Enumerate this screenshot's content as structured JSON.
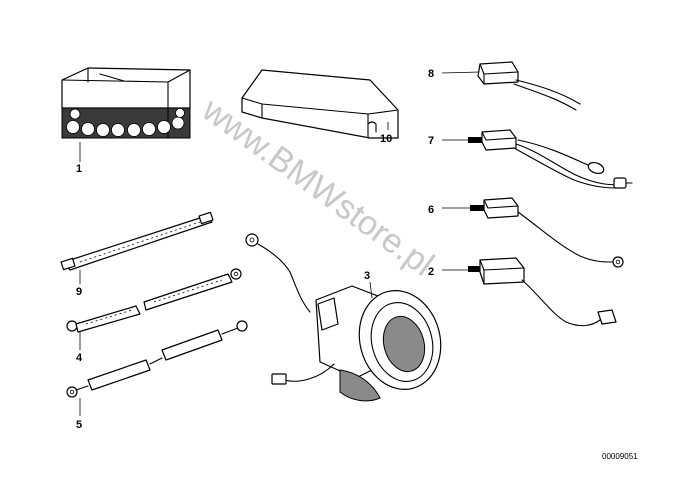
{
  "watermark": "www.BMWstore.pl",
  "reference_number": "00009051",
  "callouts": {
    "c1": "1",
    "c2": "2",
    "c3": "3",
    "c4": "4",
    "c5": "5",
    "c6": "6",
    "c7": "7",
    "c8": "8",
    "c9": "9",
    "c10": "10"
  }
}
